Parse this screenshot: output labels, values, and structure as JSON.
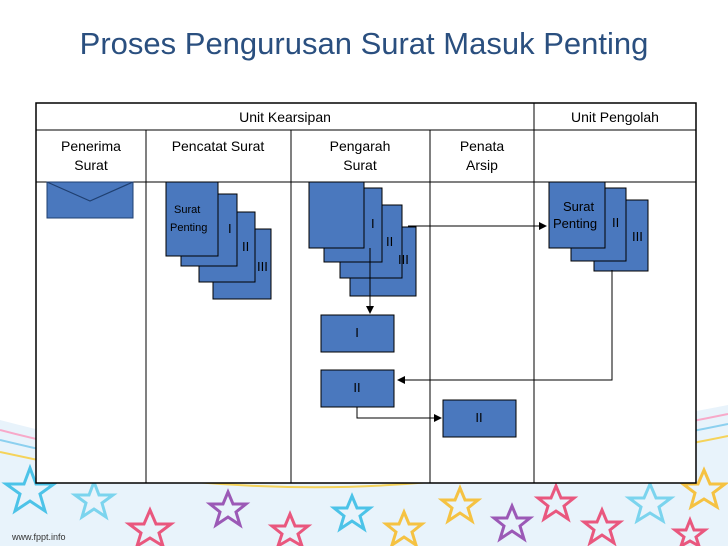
{
  "title": "Proses Pengurusan Surat Masuk Penting",
  "header": {
    "unit_kearsipan": "Unit Kearsipan",
    "unit_pengolah": "Unit Pengolah"
  },
  "columns": {
    "penerima": [
      "Penerima",
      "Surat"
    ],
    "pencatat": "Pencatat Surat",
    "pengarah": [
      "Pengarah",
      "Surat"
    ],
    "penata": [
      "Penata",
      "Arsip"
    ]
  },
  "docs": {
    "surat": "Surat",
    "penting": "Penting",
    "i": "I",
    "ii": "II",
    "iii": "III"
  },
  "footer": "www.fppt.info",
  "colors": {
    "box": "#4a78be",
    "title": "#2a4f7f"
  }
}
